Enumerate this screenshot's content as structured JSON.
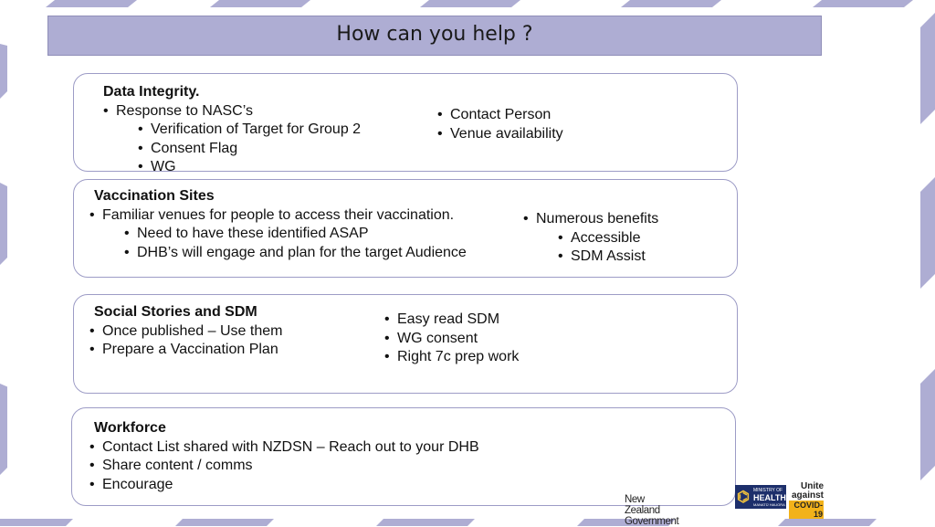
{
  "title": "How can you help ?",
  "colors": {
    "title_bar": "#aeadd3",
    "stripe": "#aeadd3",
    "card_border": "#9d9cc6"
  },
  "cards": [
    {
      "left": {
        "heading": "Data Integrity.",
        "lines": [
          {
            "text": "Response to NASC’s",
            "level": 1
          },
          {
            "text": "Verification of Target for Group 2",
            "level": 2
          },
          {
            "text": "Consent Flag",
            "level": 2
          },
          {
            "text": "WG",
            "level": 2
          }
        ]
      },
      "right": {
        "lines": [
          {
            "text": "Contact Person",
            "level": 1
          },
          {
            "text": "Venue availability",
            "level": 1
          }
        ]
      }
    },
    {
      "left": {
        "heading": "Vaccination Sites",
        "lines": [
          {
            "text": "Familiar venues for people to access their vaccination.",
            "level": 1
          },
          {
            "text": "Need to have these identified ASAP",
            "level": 2
          },
          {
            "text": "DHB’s will engage and plan for the target Audience",
            "level": 2
          }
        ]
      },
      "right": {
        "lines": [
          {
            "text": "Numerous benefits",
            "level": 1
          },
          {
            "text": "Accessible",
            "level": 2
          },
          {
            "text": "SDM Assist",
            "level": 2
          }
        ]
      }
    },
    {
      "left": {
        "heading": "Social Stories and SDM",
        "lines": [
          {
            "text": "Once published – Use them",
            "level": 1
          },
          {
            "text": "Prepare a Vaccination Plan",
            "level": 1
          }
        ]
      },
      "right": {
        "lines": [
          {
            "text": "Easy read SDM",
            "level": 1
          },
          {
            "text": "WG consent",
            "level": 1
          },
          {
            "text": "Right 7c prep work",
            "level": 1
          }
        ]
      }
    },
    {
      "left": {
        "heading": "Workforce",
        "lines": [
          {
            "text": "Contact List shared with NZDSN – Reach out to your DHB",
            "level": 1
          },
          {
            "text": "Share content / comms",
            "level": 1
          },
          {
            "text": "Encourage",
            "level": 1
          }
        ]
      },
      "right": {
        "lines": []
      }
    }
  ],
  "logos": {
    "nz_government": "New Zealand Government",
    "ministry_small": "MINISTRY OF",
    "ministry_main": "HEALTH",
    "ministry_maori": "MANATŪ HAUORA",
    "unite_line1": "Unite",
    "unite_line2": "against",
    "unite_line3": "COVID-19"
  }
}
